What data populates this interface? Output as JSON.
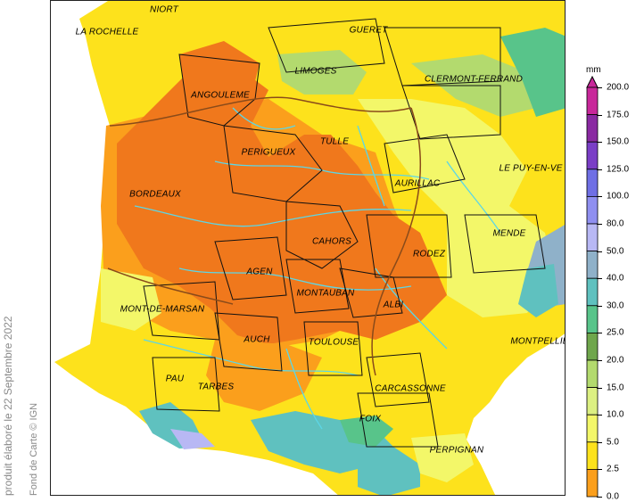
{
  "credits": {
    "produced": "produit élaboré le 22 Septembre 2022",
    "basemap": "Fond de Carte © IGN"
  },
  "legend": {
    "unit": "mm",
    "labels": [
      "200.0",
      "175.0",
      "150.0",
      "125.0",
      "100.0",
      "80.0",
      "50.0",
      "40.0",
      "30.0",
      "25.0",
      "20.0",
      "15.0",
      "10.0",
      "5.0",
      "2.5",
      "0.0"
    ],
    "colors": [
      "#c8289a",
      "#8a2aa2",
      "#7a3ec6",
      "#6f6fe4",
      "#8f8ff0",
      "#b8b8f4",
      "#8fb1c9",
      "#5fc1bf",
      "#58c48a",
      "#6fa64c",
      "#b3da6e",
      "#dcf082",
      "#f3f769",
      "#fde21c",
      "#fb9f1c",
      "#f0781c"
    ]
  },
  "map": {
    "background_colors": {
      "dry": "#f0781c",
      "orange": "#fb9f1c",
      "yellow": "#fde21c",
      "light_yellow": "#f3f769",
      "green": "#b3da6e",
      "teal": "#5fc1bf",
      "blue": "#8fb1c9",
      "sea": "#ffffff"
    },
    "cities": [
      {
        "id": "niort",
        "label": "NIORT"
      },
      {
        "id": "la-rochelle",
        "label": "LA ROCHELLE"
      },
      {
        "id": "gueret",
        "label": "GUERET"
      },
      {
        "id": "limoges",
        "label": "LIMOGES"
      },
      {
        "id": "clermont-ferrand",
        "label": "CLERMONT-FERRAND"
      },
      {
        "id": "angouleme",
        "label": "ANGOULEME"
      },
      {
        "id": "tulle",
        "label": "TULLE"
      },
      {
        "id": "perigueux",
        "label": "PERIGUEUX"
      },
      {
        "id": "aurillac",
        "label": "AURILLAC"
      },
      {
        "id": "le-puy-en-velay",
        "label": "LE PUY-EN-VE"
      },
      {
        "id": "bordeaux",
        "label": "BORDEAUX"
      },
      {
        "id": "mende",
        "label": "MENDE"
      },
      {
        "id": "cahors",
        "label": "CAHORS"
      },
      {
        "id": "rodez",
        "label": "RODEZ"
      },
      {
        "id": "agen",
        "label": "AGEN"
      },
      {
        "id": "montauban",
        "label": "MONTAUBAN"
      },
      {
        "id": "albi",
        "label": "ALBI"
      },
      {
        "id": "mont-de-marsan",
        "label": "MONT-DE-MARSAN"
      },
      {
        "id": "auch",
        "label": "AUCH"
      },
      {
        "id": "toulouse",
        "label": "TOULOUSE"
      },
      {
        "id": "montpellier",
        "label": "MONTPELLIE"
      },
      {
        "id": "pau",
        "label": "PAU"
      },
      {
        "id": "tarbes",
        "label": "TARBES"
      },
      {
        "id": "carcassonne",
        "label": "CARCASSONNE"
      },
      {
        "id": "foix",
        "label": "FOIX"
      },
      {
        "id": "perpignan",
        "label": "PERPIGNAN"
      }
    ]
  }
}
